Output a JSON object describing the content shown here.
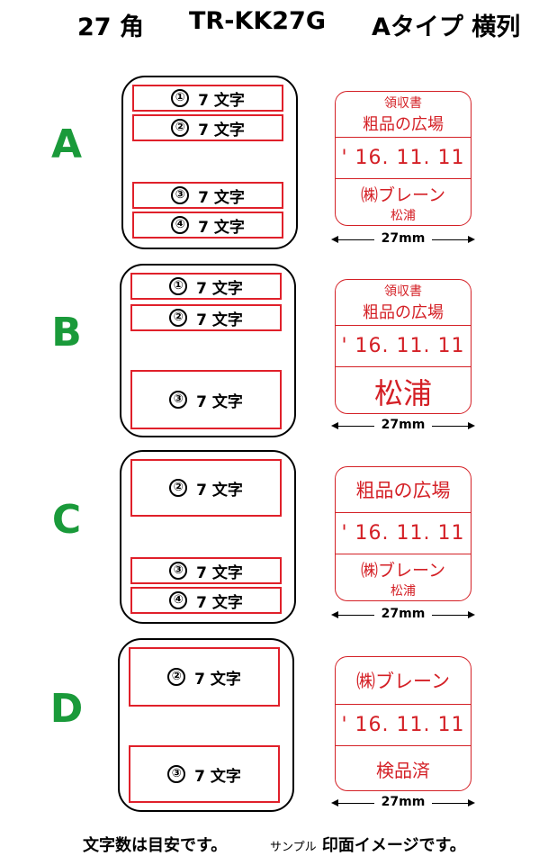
{
  "title": {
    "size": "27 角",
    "model": "TR-KK27G",
    "type": "Aタイプ 横列"
  },
  "slot_text": "7 文字",
  "dimension": "27mm",
  "rows": {
    "A": {
      "letter": "A",
      "slots": [
        "①",
        "②",
        "③",
        "④"
      ],
      "stamp": {
        "line1": "領収書",
        "line2": "粗品の広場",
        "date": "' 16. 11. 11",
        "company": "㈱ブレーン",
        "name": "松浦"
      }
    },
    "B": {
      "letter": "B",
      "slots": [
        "①",
        "②",
        "③"
      ],
      "stamp": {
        "line1": "領収書",
        "line2": "粗品の広場",
        "date": "' 16. 11. 11",
        "name": "松浦"
      }
    },
    "C": {
      "letter": "C",
      "slots": [
        "②",
        "③",
        "④"
      ],
      "stamp": {
        "line1": "粗品の広場",
        "date": "' 16. 11. 11",
        "company": "㈱ブレーン",
        "name": "松浦"
      }
    },
    "D": {
      "letter": "D",
      "slots": [
        "②",
        "③"
      ],
      "stamp": {
        "company": "㈱ブレーン",
        "date": "' 16. 11. 11",
        "check": "検品済"
      }
    }
  },
  "footer": {
    "note1": "文字数は目安です。",
    "note2_small": "サンプル",
    "note2": "印面イメージです。"
  },
  "colors": {
    "stamp_red": "#d42026",
    "letter_green": "#1a9a3a"
  }
}
